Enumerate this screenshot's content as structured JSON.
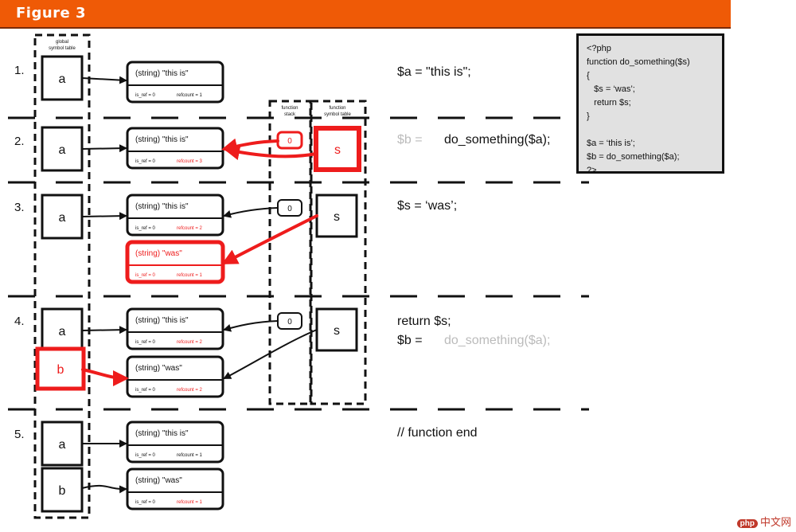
{
  "header": {
    "title": "Figure 3"
  },
  "labels": {
    "global_symbol_table": [
      "global",
      "symbol table"
    ],
    "function_stack": [
      "function",
      "stack"
    ],
    "function_symbol_table": [
      "function",
      "symbol table"
    ]
  },
  "steps": [
    {
      "num": "1.",
      "vars": [
        "a"
      ],
      "zvals": [
        {
          "value": "(string) \"this is\"",
          "is_ref": "is_ref = 0",
          "refcount": "refcount = 1"
        }
      ],
      "stack": null,
      "fsym": null,
      "statement": [
        {
          "text": "$a = \"this is\";",
          "gray": false
        }
      ]
    },
    {
      "num": "2.",
      "vars": [
        "a"
      ],
      "zvals": [
        {
          "value": "(string) \"this is\"",
          "is_ref": "is_ref = 0",
          "refcount": "refcount = 3"
        }
      ],
      "stack": "0",
      "fsym": "s",
      "statement": [
        {
          "text": "$b =",
          "gray": true
        },
        {
          "text": "do_something($a);",
          "gray": false
        }
      ]
    },
    {
      "num": "3.",
      "vars": [
        "a"
      ],
      "zvals": [
        {
          "value": "(string) \"this is\"",
          "is_ref": "is_ref = 0",
          "refcount": "refcount = 2"
        },
        {
          "value": "(string) \"was\"",
          "is_ref": "is_ref = 0",
          "refcount": "refcount = 1"
        }
      ],
      "stack": "0",
      "fsym": "s",
      "statement": [
        {
          "text": "$s = ‘was’;",
          "gray": false
        }
      ]
    },
    {
      "num": "4.",
      "vars": [
        "a",
        "b"
      ],
      "zvals": [
        {
          "value": "(string) \"this is\"",
          "is_ref": "is_ref = 0",
          "refcount": "refcount = 2"
        },
        {
          "value": "(string) \"was\"",
          "is_ref": "is_ref = 0",
          "refcount": "refcount = 2"
        }
      ],
      "stack": "0",
      "fsym": "s",
      "statement": [
        {
          "text": "return $s;",
          "gray": false
        },
        {
          "text": "$b =",
          "gray": false
        },
        {
          "text": "do_something($a);",
          "gray": true
        }
      ]
    },
    {
      "num": "5.",
      "vars": [
        "a",
        "b"
      ],
      "zvals": [
        {
          "value": "(string) \"this is\"",
          "is_ref": "is_ref = 0",
          "refcount": "refcount = 1"
        },
        {
          "value": "(string) \"was\"",
          "is_ref": "is_ref = 0",
          "refcount": "refcount = 1"
        }
      ],
      "stack": null,
      "fsym": null,
      "statement": [
        {
          "text": "// function end",
          "gray": false
        }
      ]
    }
  ],
  "code": [
    "<?php",
    "function do_something($s)",
    "{",
    "   $s = ‘was’;",
    "   return $s;",
    "}",
    "",
    "$a = ‘this is’;",
    "$b = do_something($a);",
    "?>"
  ],
  "watermark": {
    "badge": "php",
    "text": "中文网"
  },
  "colors": {
    "header": "#ef5a06",
    "highlight": "#ee1c1c",
    "muted": "#bbbbbb",
    "ink": "#111111",
    "code_bg": "#e1e1e1"
  }
}
